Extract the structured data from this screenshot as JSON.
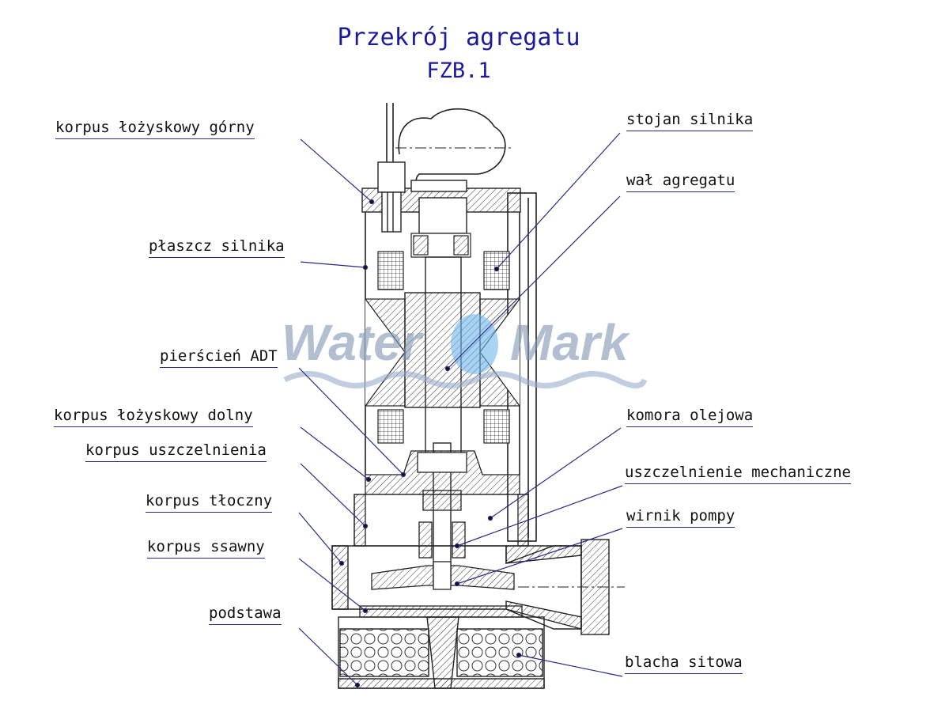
{
  "title": "Przekrój agregatu",
  "subtitle": "FZB.1",
  "labels": {
    "upper_bearing_housing": "korpus łożyskowy górny",
    "motor_casing": "płaszcz silnika",
    "adt_ring": "pierścień ADT",
    "lower_bearing_housing": "korpus łożyskowy dolny",
    "seal_housing": "korpus uszczelnienia",
    "discharge_housing": "korpus tłoczny",
    "suction_housing": "korpus ssawny",
    "base": "podstawa",
    "motor_stator": "stojan silnika",
    "unit_shaft": "wał agregatu",
    "oil_chamber": "komora olejowa",
    "mechanical_seal": "uszczelnienie mechaniczne",
    "pump_impeller": "wirnik pompy",
    "screen_plate": "blacha sitowa"
  },
  "watermark": {
    "word1": "Water",
    "word2": "Mark"
  },
  "colors": {
    "title": "#1a1aa0",
    "leader": "#2a2a8a",
    "drawing": "#222222",
    "watermark": "#7f96b4"
  }
}
